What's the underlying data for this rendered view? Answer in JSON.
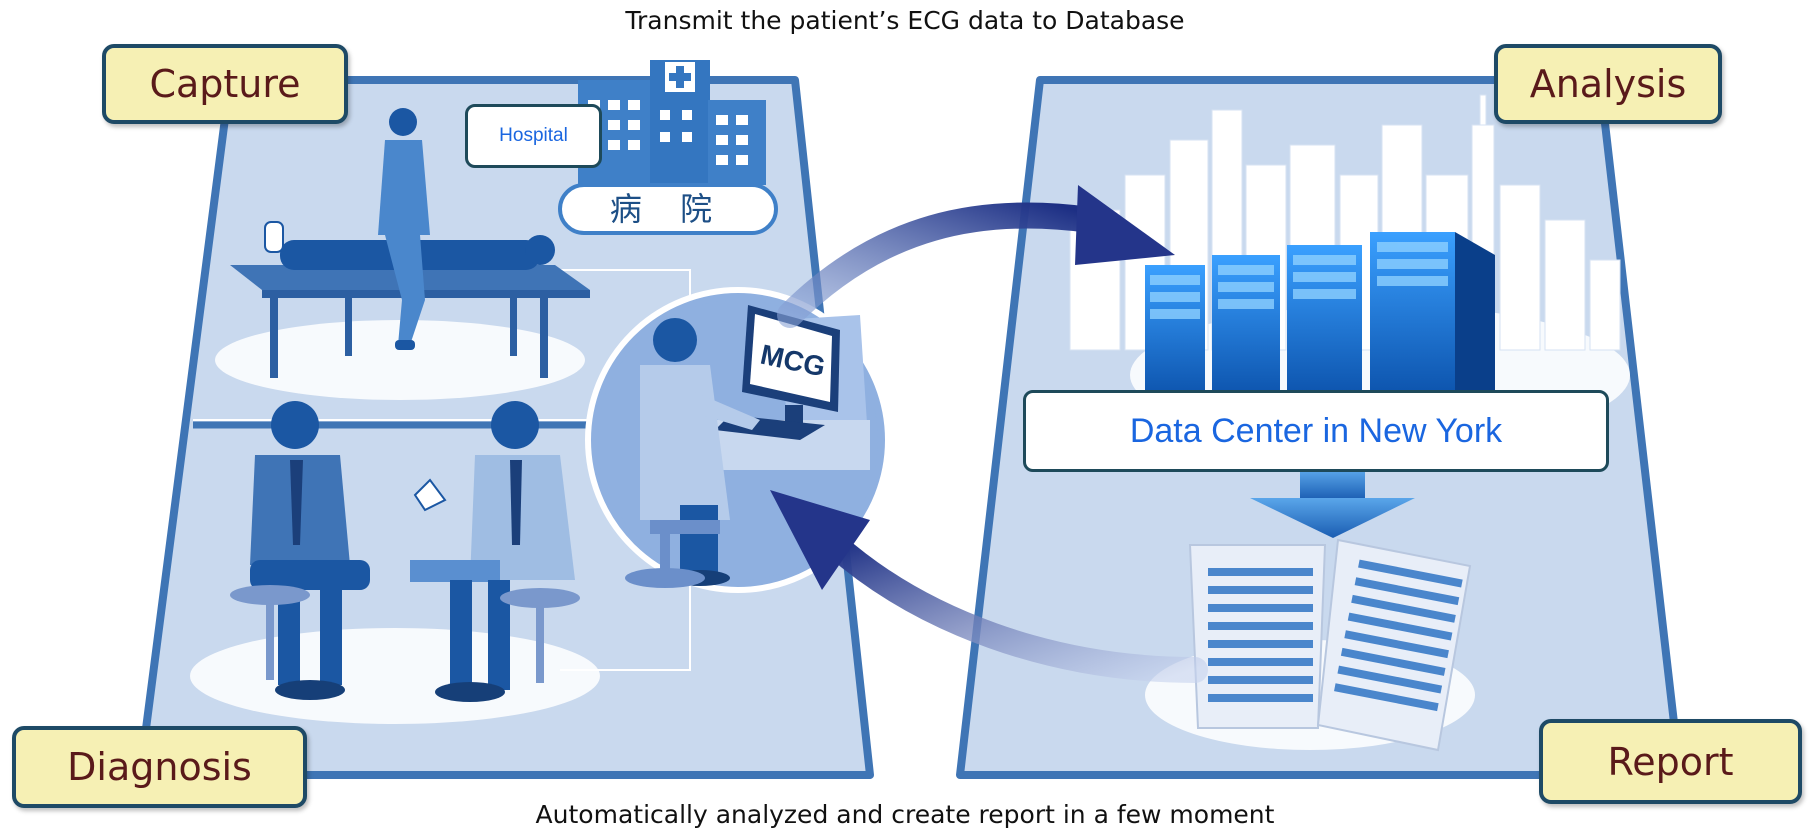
{
  "captions": {
    "top": "Transmit the patient’s ECG data to Database",
    "bottom": "Automatically analyzed and create report in a few moment"
  },
  "stages": {
    "capture": "Capture",
    "analysis": "Analysis",
    "diagnosis": "Diagnosis",
    "report": "Report"
  },
  "labels": {
    "hospital": "Hospital",
    "hospital_sign": "病 院",
    "monitor": "MCG",
    "datacenter": "Data Center in New York"
  },
  "colors": {
    "panel_fill": "#c9d9ee",
    "panel_border": "#3f75b5",
    "figure_dark": "#1b57a3",
    "label_fill": "#f6f0b4",
    "label_text": "#5a1a1a",
    "label_border": "#1e4a66",
    "blue_text": "#1a66e0",
    "arrow": "#24358a"
  }
}
